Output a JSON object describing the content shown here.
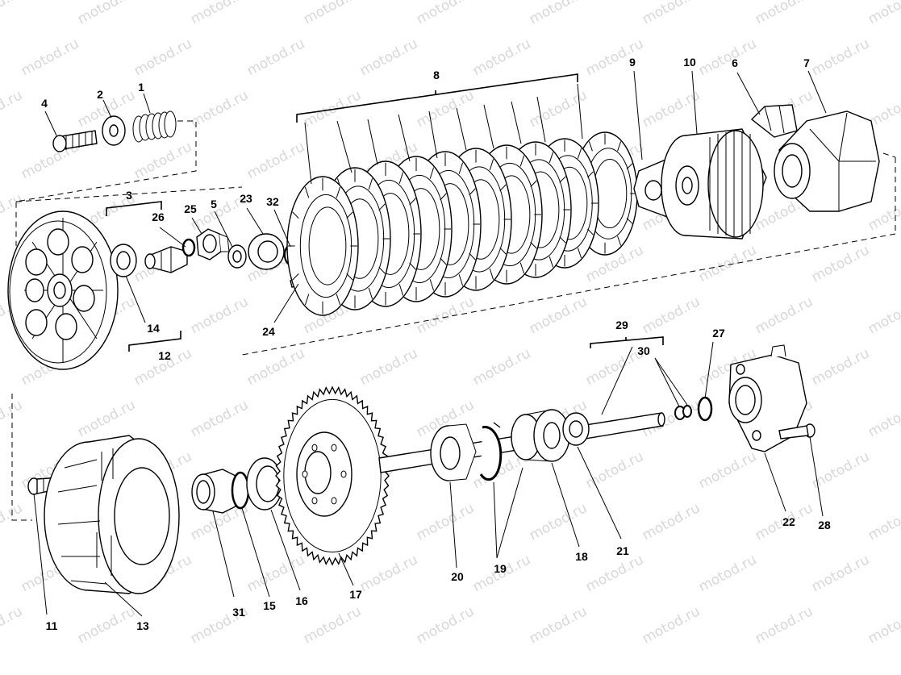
{
  "watermark": {
    "text": "motod.ru"
  },
  "callouts": {
    "p1": "1",
    "p2": "2",
    "p3": "3",
    "p4": "4",
    "p5": "5",
    "p6": "6",
    "p7": "7",
    "p8": "8",
    "p9": "9",
    "p10": "10",
    "p11": "11",
    "p12": "12",
    "p13": "13",
    "p14": "14",
    "p15": "15",
    "p16": "16",
    "p17": "17",
    "p18": "18",
    "p19": "19",
    "p20": "20",
    "p21": "21",
    "p22": "22",
    "p23": "23",
    "p24": "24",
    "p25": "25",
    "p26": "26",
    "p27": "27",
    "p28": "28",
    "p29": "29",
    "p30": "30",
    "p31": "31",
    "p32": "32"
  },
  "colors": {
    "line": "#000000",
    "background": "#ffffff",
    "watermark": "#d8d8d8"
  }
}
